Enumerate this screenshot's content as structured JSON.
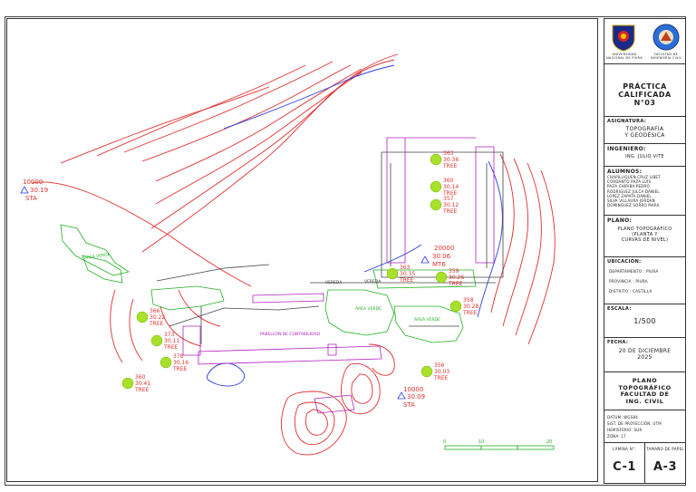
{
  "drawing": {
    "stations": [
      {
        "number": "10000",
        "elevation": "30.19",
        "code": "STA"
      },
      {
        "number": "20000",
        "elevation": "30.06",
        "code": "MT6"
      },
      {
        "number": "10000",
        "elevation": "30.09",
        "code": "STA"
      }
    ],
    "trees": [
      {
        "number": "363",
        "elevation": "30.36",
        "code": "TREE"
      },
      {
        "number": "360",
        "elevation": "30.14",
        "code": "TREE"
      },
      {
        "number": "357",
        "elevation": "30.12",
        "code": "TREE"
      },
      {
        "number": "363",
        "elevation": "30.35",
        "code": "TREE"
      },
      {
        "number": "359",
        "elevation": "30.26",
        "code": "TREE"
      },
      {
        "number": "358",
        "elevation": "30.28",
        "code": "TREE"
      },
      {
        "number": "356",
        "elevation": "30.03",
        "code": "TREE"
      },
      {
        "number": "360",
        "elevation": "30.41",
        "code": "TREE"
      },
      {
        "number": "366",
        "elevation": "30.22",
        "code": "TREE"
      },
      {
        "number": "373",
        "elevation": "30.11",
        "code": "TREE"
      },
      {
        "number": "378",
        "elevation": "30.16",
        "code": "TREE"
      }
    ],
    "labels": {
      "area_verde_1": "AREA VERDE",
      "area_verde_2": "AREA VERDE",
      "area_verde_3": "AREA VERDE",
      "pabellon": "PABELLON DE CONTABILIDAD",
      "vereda_1": "VEREDA",
      "vereda_2": "VEREDA"
    },
    "scale_bar": [
      "0",
      "10",
      "20"
    ]
  },
  "title_block": {
    "logo_left_caption": "UNIVERSIDAD NACIONAL DE PIURA",
    "logo_right_caption": "FACULTAD DE INGENIERÍA CIVIL",
    "practice_title": [
      "PRÁCTICA",
      "CALIFICADA",
      "N°03"
    ],
    "subject_label": "ASIGNATURA:",
    "subject_value": [
      "TOPOGRAFÍA",
      "Y GEODÉSICA"
    ],
    "engineer_label": "INGENIERO:",
    "engineer_value": "ING. JULIO VITE",
    "students_label": "ALUMNOS:",
    "students": [
      "CHAPILLIQUEN CRUZ LIBET",
      "CORDANTO PAZA LUIS",
      "PAZA CHIRIBA PEDRO",
      "RODRIGUEZ JULCA DANIEL",
      "LOPEZ ZAPATA DANIEL",
      "SILVA VILLAURA JORDAN",
      "DOMINGUEZ SORRO MARA"
    ],
    "plan_label": "PLANO:",
    "plan_value": [
      "PLANO TOPOGRÁFICO",
      "(PLANTA Y",
      "CURVAS DE NIVEL)"
    ],
    "location_label": "UBICACIÓN:",
    "location_items": [
      "DEPARTAMENTO : PIURA",
      "PROVINCIA : PIURA",
      "DISTRITO : CASTILLA"
    ],
    "scale_label": "ESCALA:",
    "scale_value": "1/500",
    "date_label": "FECHA:",
    "date_value": [
      "20 DE DICIEMBRE",
      "2025"
    ],
    "sheet_title": [
      "PLANO",
      "TOPOGRÁFICO",
      "FACULTAD DE",
      "ING. CIVIL"
    ],
    "datum_items": [
      "DATUM: WGS84",
      "SIST. DE PROYECCIÓN: UTM",
      "HEMISFERIO: SUR",
      "ZONA: 17"
    ],
    "sheet_number_label": "LÁMINA N°:",
    "sheet_size_label": "TAMAÑO DE PAPEL",
    "sheet_number": "C-1",
    "sheet_size": "A-3"
  },
  "colors": {
    "contour_red": "#e03030",
    "contour_blue": "#2a3ee0",
    "building_magenta": "#b020c0",
    "green_area": "#22b022",
    "tree_fill": "#a8e02a",
    "station_blue": "#1e6fe0",
    "border": "#333333"
  }
}
